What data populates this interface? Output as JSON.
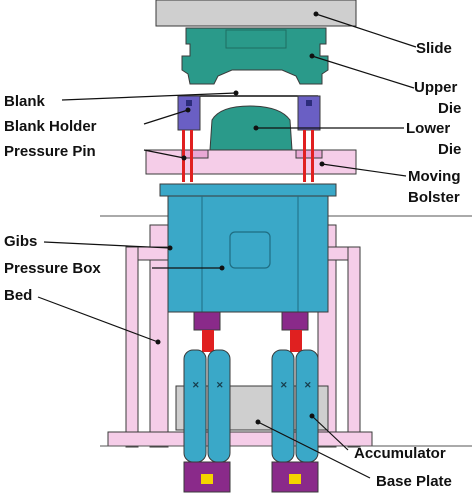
{
  "labels": {
    "slide": "Slide",
    "upper_die_1": "Upper",
    "upper_die_2": "Die",
    "lower_die_1": "Lower",
    "lower_die_2": "Die",
    "moving_bolster_1": "Moving",
    "moving_bolster_2": "Bolster",
    "blank": "Blank",
    "blank_holder": "Blank Holder",
    "pressure_pin": "Pressure Pin",
    "gibs": "Gibs",
    "pressure_box": "Pressure Box",
    "bed": "Bed",
    "accumulator": "Accumulator",
    "base_plate": "Base Plate"
  },
  "colors": {
    "slide": "#cfcfcf",
    "upper_die": "#2a9a8a",
    "lower_die": "#2a9a8a",
    "blank_holder": "#6a5fc4",
    "pressure_pin": "#e02020",
    "moving_bolster": "#f5cde8",
    "pressure_box": "#3aa8c8",
    "bed": "#f5cde8",
    "accumulator": "#3aa8c8",
    "base_plate": "#cfcfcf",
    "cylinder_base": "#8a2a8a",
    "hydraulic_rod": "#e02020"
  },
  "icons": {
    "cylinder_mount_mark": "yellow-bolt-icon"
  }
}
